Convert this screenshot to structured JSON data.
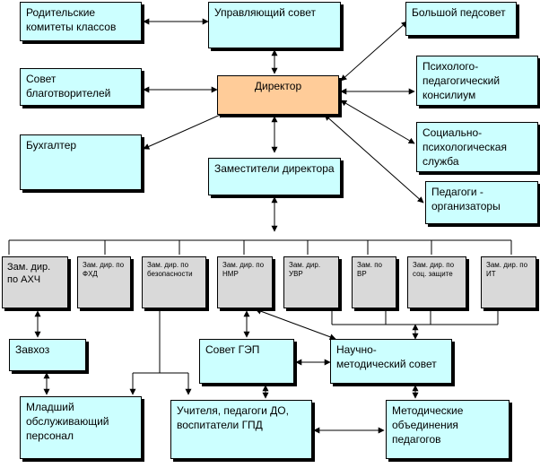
{
  "nodes": {
    "parents": "Родительские комитеты классов",
    "governing": "Управляющий совет",
    "big_council": "Большой педсовет",
    "charity": "Совет благотворителей",
    "director": "Директор",
    "psych_council": "Психолого-педагогический консилиум",
    "accountant": "Бухгалтер",
    "deputies": "Заместители директора",
    "social_service": "Социально-психологическая служба",
    "organizers": "Педагоги - организаторы",
    "dep_ahch": "Зам. дир. по АХЧ",
    "dep_fhd": "Зам. дир. по ФХД",
    "dep_safety": "Зам. дир. по безопасности",
    "dep_nmr": "Зам. дир. по НМР",
    "dep_uvr": "Зам. дир. УВР",
    "dep_vr": "Зам. по ВР",
    "dep_social": "Зам. дир. по соц. защите",
    "dep_it": "Зам. дир. по ИТ",
    "supply": "Завхоз",
    "gep": "Совет ГЭП",
    "scimethod": "Научно-методический совет",
    "junior_staff": "Младший обслуживающий персонал",
    "teachers": "Учителя, педагоги ДО, воспитатели ГПД",
    "method_assoc": "Методические объединения педагогов"
  }
}
